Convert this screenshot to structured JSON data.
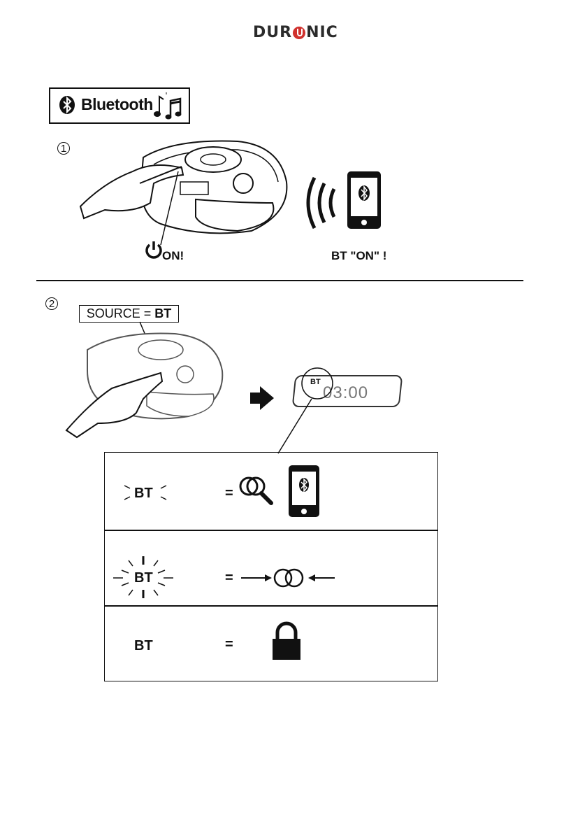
{
  "header": {
    "brand": "DURONIC"
  },
  "bluetooth_banner": {
    "label": "Bluetooth",
    "icon": "bluetooth-icon",
    "music_icon": "music-notes-icon"
  },
  "step1": {
    "number": "1",
    "power_label": "ON!",
    "phone_label": "BT \"ON\" !"
  },
  "step2": {
    "number": "2",
    "source_label_prefix": "SOURCE = ",
    "source_label_value": "BT",
    "display": {
      "indicator": "BT",
      "time": "03:00"
    }
  },
  "legend": [
    {
      "state": "BT",
      "indicator": "slow-blink",
      "equals": "=",
      "meaning_icon": "search-pairing-icon"
    },
    {
      "state": "BT",
      "indicator": "fast-blink",
      "equals": "=",
      "meaning_icon": "pairing-icon"
    },
    {
      "state": "BT",
      "indicator": "steady",
      "equals": "=",
      "meaning_icon": "lock-icon"
    }
  ],
  "colors": {
    "brand_red": "#d0312d",
    "ink": "#111111"
  }
}
